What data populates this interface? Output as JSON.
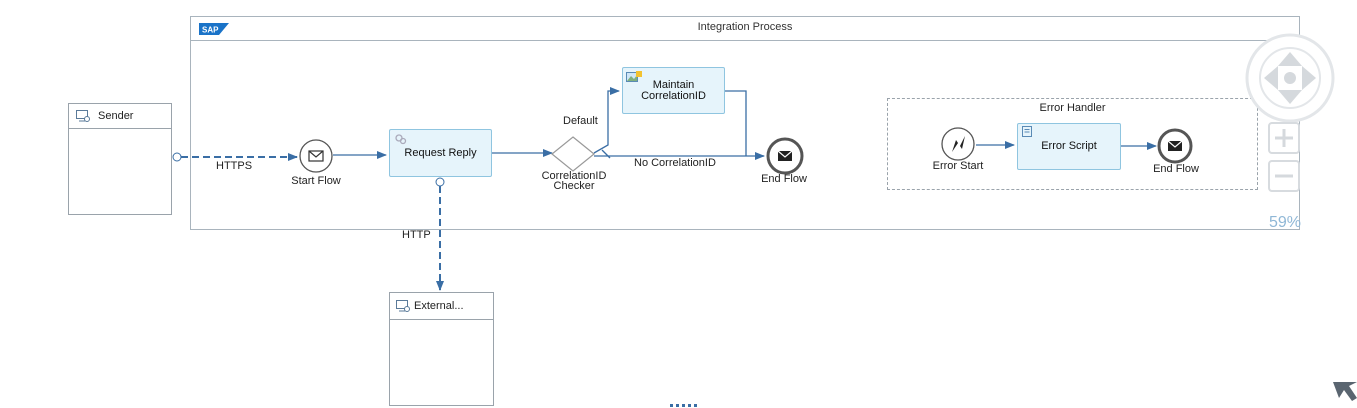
{
  "process": {
    "title": "Integration Process",
    "logo_text": "SAP"
  },
  "participants": {
    "sender": {
      "label": "Sender"
    },
    "receiver": {
      "label": "External..."
    }
  },
  "events": {
    "start": {
      "label": "Start Flow"
    },
    "end": {
      "label": "End Flow"
    },
    "error_start": {
      "label": "Error Start"
    },
    "error_end": {
      "label": "End Flow"
    }
  },
  "tasks": {
    "request_reply": {
      "label": "Request Reply"
    },
    "maintain": {
      "label_line1": "Maintain",
      "label_line2": "CorrelationID"
    },
    "error_script": {
      "label": "Error Script"
    }
  },
  "gateway": {
    "label_line1": "CorrelationID",
    "label_line2": "Checker"
  },
  "flows": {
    "https": "HTTPS",
    "http": "HTTP",
    "default": "Default",
    "no_correlation": "No CorrelationID"
  },
  "error_handler": {
    "title": "Error Handler"
  },
  "controls": {
    "zoom_level": "59%"
  },
  "colors": {
    "flow": "#3a6ea5",
    "task_fill": "#e6f4fb",
    "task_border": "#8fc5e0",
    "zoom_text": "#8fb7d6"
  }
}
